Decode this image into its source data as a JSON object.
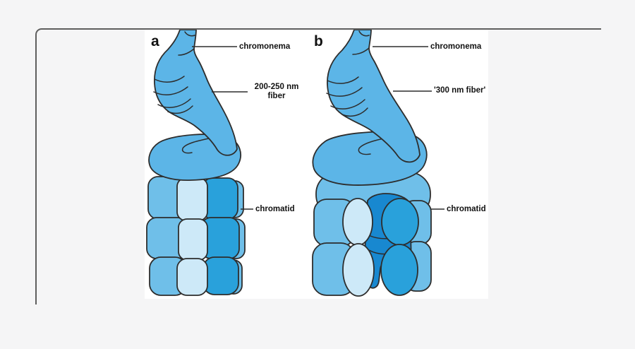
{
  "figure": {
    "panel_a": {
      "letter": "a",
      "labels": {
        "chromonema": "chromonema",
        "fiber_line1": "200-250 nm",
        "fiber_line2": "fiber",
        "chromatid": "chromatid"
      }
    },
    "panel_b": {
      "letter": "b",
      "labels": {
        "chromonema": "chromonema",
        "fiber": "'300 nm fiber'",
        "chromatid": "chromatid"
      }
    }
  },
  "colors": {
    "page-bg": "#f5f5f6",
    "card-border": "#5e5e5e",
    "figure-bg": "#ffffff",
    "fiber-blue": "#5cb5e7",
    "body-medium-blue": "#6fbfe9",
    "body-pale-blue": "#cde9f8",
    "body-dark-blue": "#29a1db",
    "body-darker-blue": "#1888d0",
    "outline-dark": "#2d2d2d",
    "label-text": "#111111"
  }
}
